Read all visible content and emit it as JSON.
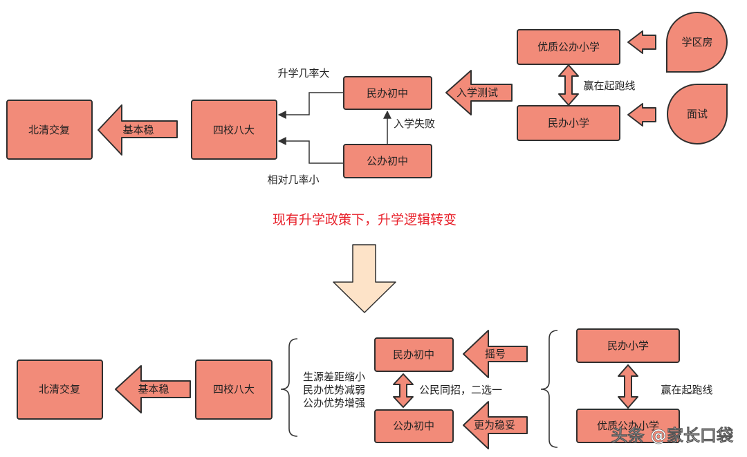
{
  "top": {
    "nodes": {
      "beiqing": "北清交复",
      "sixiao": "四校八大",
      "minban_zhong": "民办初中",
      "gongban_zhong": "公办初中",
      "youzhi_xiao": "优质公办小学",
      "minban_xiao": "民办小学",
      "xuequfang": "学区房",
      "mianshi": "面试"
    },
    "arrows": {
      "jibenwen": "基本稳",
      "ruxue_ceshi": "入学测试"
    },
    "labels": {
      "shengxue_da": "升学几率大",
      "xiangdui_xiao": "相对几率小",
      "ruxue_shibai": "入学失败",
      "ying_qipao": "赢在起跑线"
    }
  },
  "headline": "现有升学政策下，升学逻辑转变",
  "bottom": {
    "nodes": {
      "beiqing": "北清交复",
      "sixiao": "四校八大",
      "minban_zhong": "民办初中",
      "gongban_zhong": "公办初中",
      "minban_xiao": "民办小学",
      "youzhi_xiao": "优质公办小学"
    },
    "arrows": {
      "jibenwen": "基本稳",
      "yaohao": "摇号",
      "gengwei_wentuo": "更为稳妥"
    },
    "labels": {
      "reasons": [
        "生源差距缩小",
        "民办优势减弱",
        "公办优势增强"
      ],
      "gongmin_tongzhao": "公民同招，二选一",
      "ying_qipao": "赢在起跑线"
    }
  },
  "watermark": "头条 @家长口袋",
  "colors": {
    "box_fill": "#f28b79",
    "outline": "#2f2f2f",
    "transition_arrow": "#fde3c8",
    "headline": "#e8202a"
  }
}
